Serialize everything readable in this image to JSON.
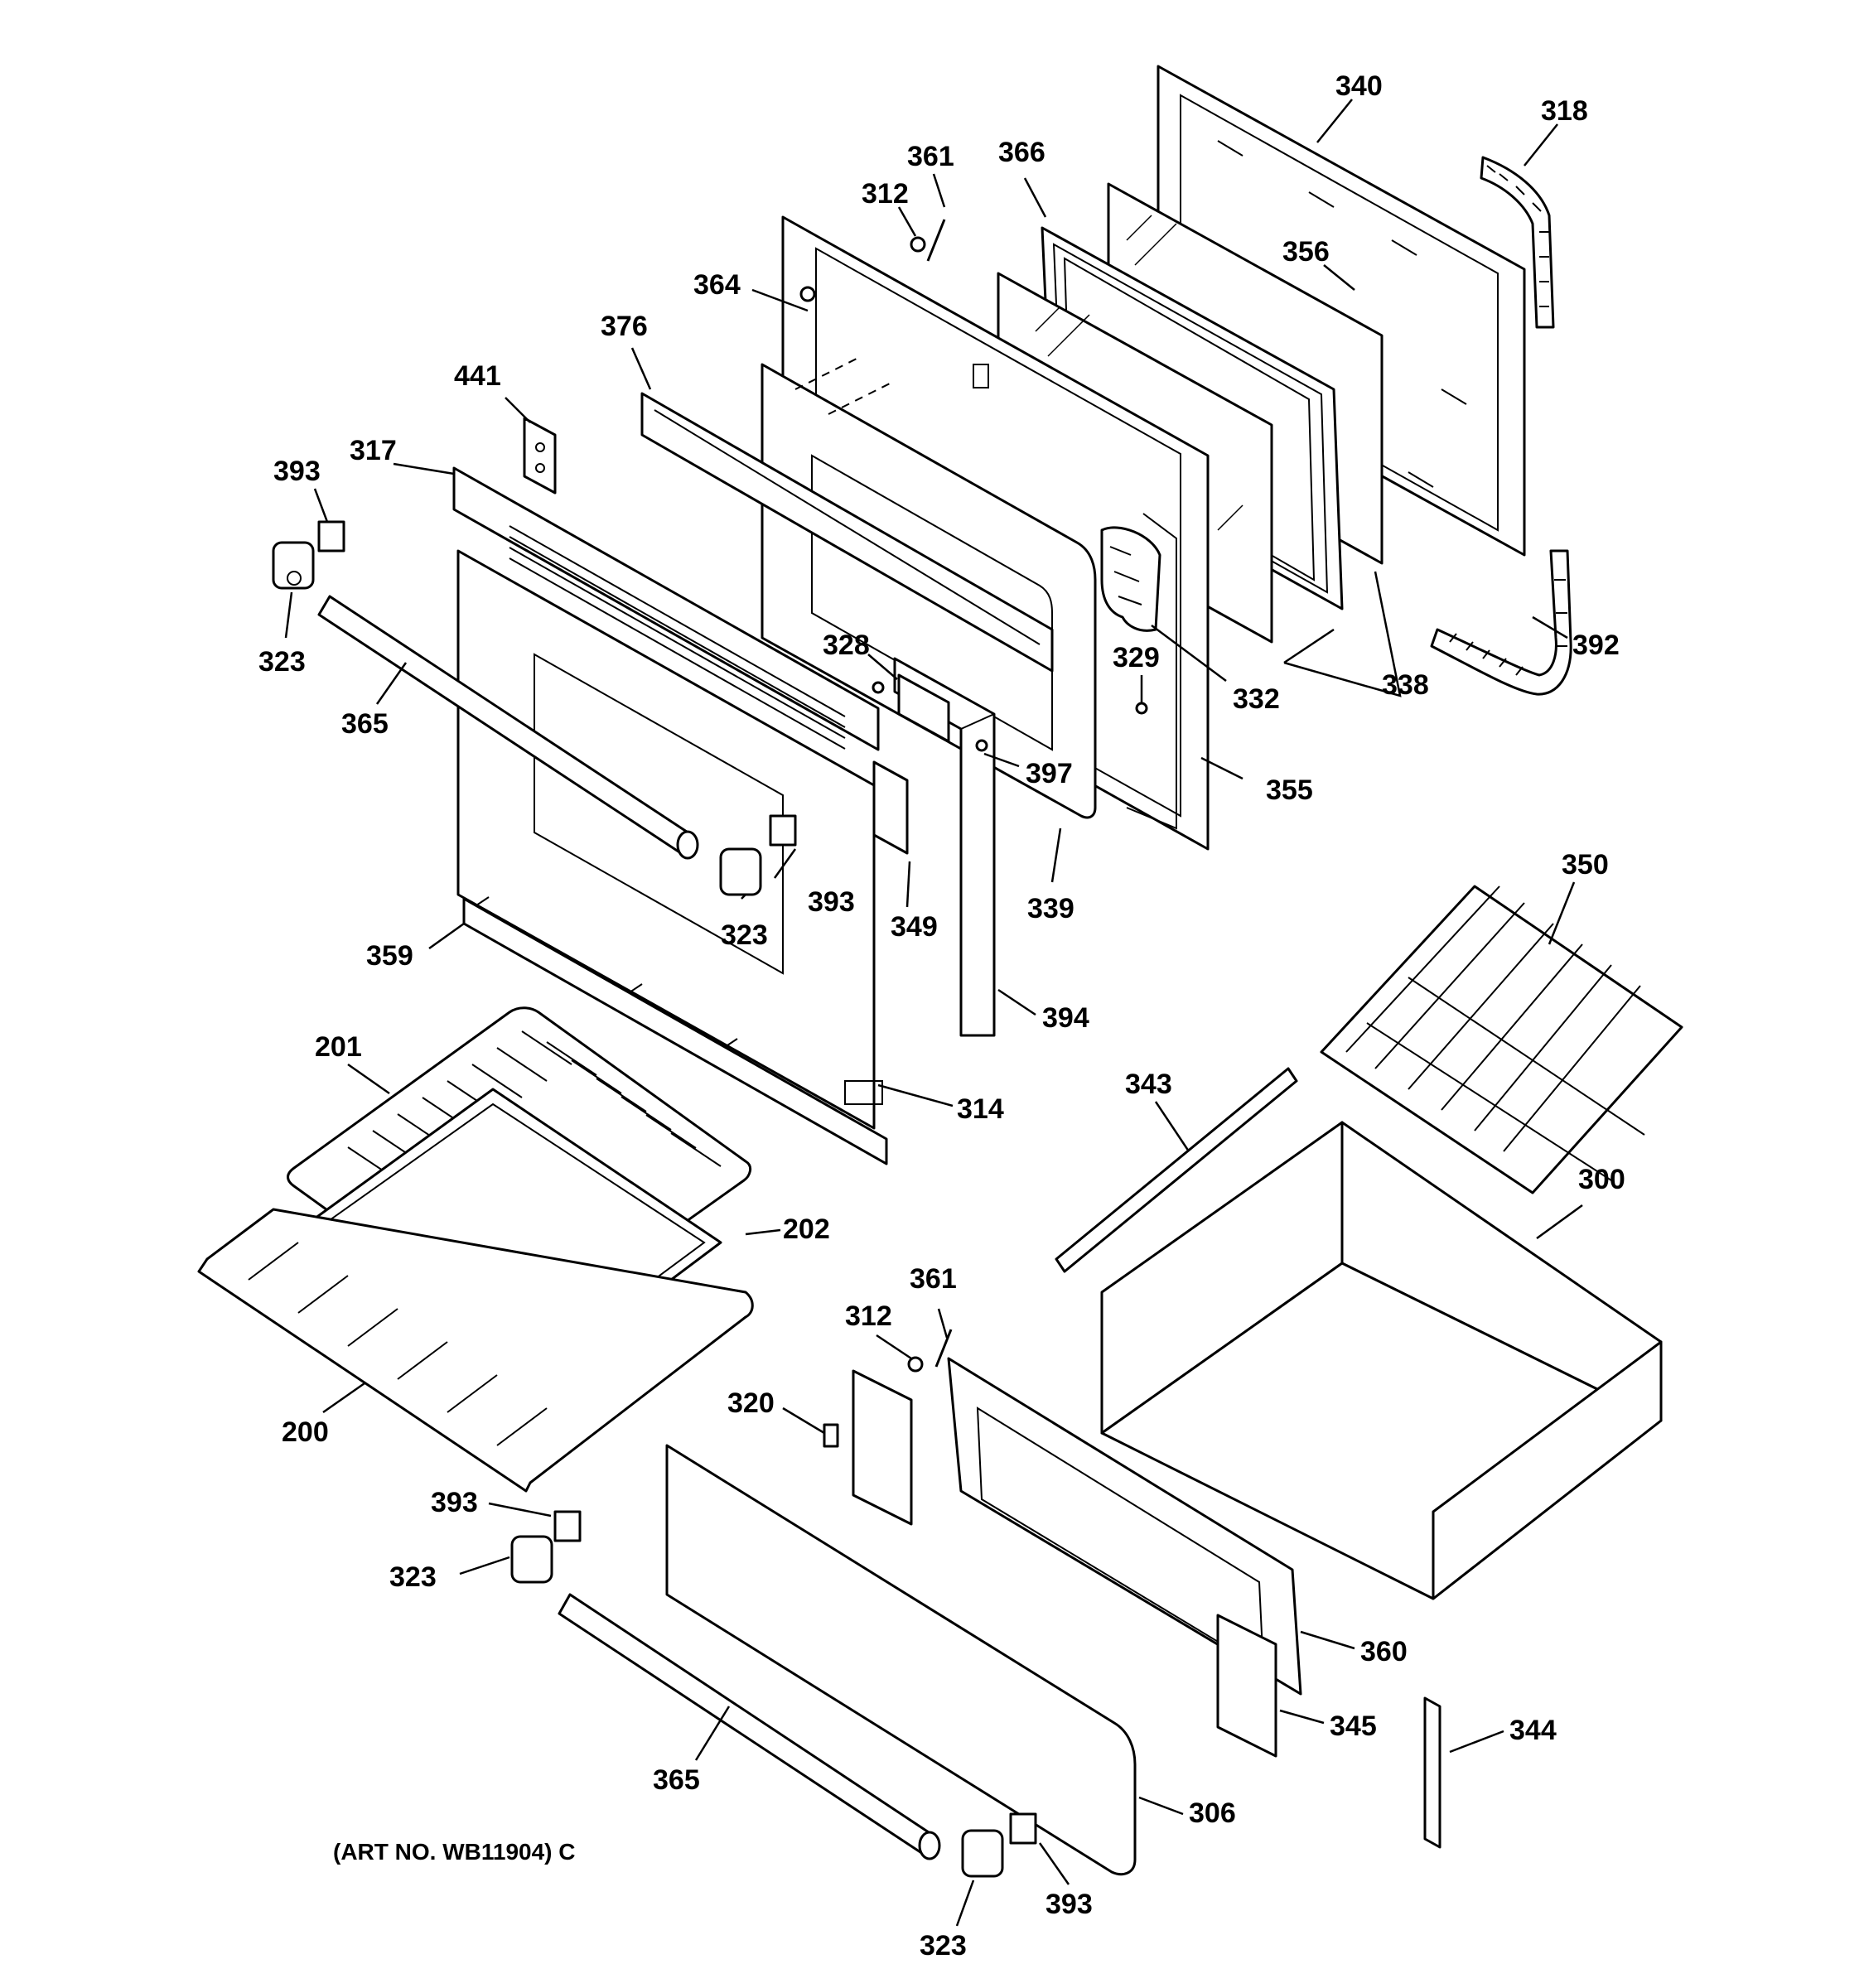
{
  "art_number": "(ART NO. WB11904) C",
  "callouts": [
    {
      "id": "c340",
      "label": "340"
    },
    {
      "id": "c318",
      "label": "318"
    },
    {
      "id": "c361a",
      "label": "361"
    },
    {
      "id": "c366",
      "label": "366"
    },
    {
      "id": "c312a",
      "label": "312"
    },
    {
      "id": "c356",
      "label": "356"
    },
    {
      "id": "c364",
      "label": "364"
    },
    {
      "id": "c376",
      "label": "376"
    },
    {
      "id": "c441",
      "label": "441"
    },
    {
      "id": "c317",
      "label": "317"
    },
    {
      "id": "c393a",
      "label": "393"
    },
    {
      "id": "c323a",
      "label": "323"
    },
    {
      "id": "c365a",
      "label": "365"
    },
    {
      "id": "c328",
      "label": "328"
    },
    {
      "id": "c329",
      "label": "329"
    },
    {
      "id": "c332",
      "label": "332"
    },
    {
      "id": "c338",
      "label": "338"
    },
    {
      "id": "c392",
      "label": "392"
    },
    {
      "id": "c397",
      "label": "397"
    },
    {
      "id": "c355",
      "label": "355"
    },
    {
      "id": "c393b",
      "label": "393"
    },
    {
      "id": "c323b",
      "label": "323"
    },
    {
      "id": "c349",
      "label": "349"
    },
    {
      "id": "c339",
      "label": "339"
    },
    {
      "id": "c359",
      "label": "359"
    },
    {
      "id": "c394",
      "label": "394"
    },
    {
      "id": "c350",
      "label": "350"
    },
    {
      "id": "c201",
      "label": "201"
    },
    {
      "id": "c314",
      "label": "314"
    },
    {
      "id": "c343",
      "label": "343"
    },
    {
      "id": "c300",
      "label": "300"
    },
    {
      "id": "c202",
      "label": "202"
    },
    {
      "id": "c361b",
      "label": "361"
    },
    {
      "id": "c312b",
      "label": "312"
    },
    {
      "id": "c320",
      "label": "320"
    },
    {
      "id": "c200",
      "label": "200"
    },
    {
      "id": "c393c",
      "label": "393"
    },
    {
      "id": "c323c",
      "label": "323"
    },
    {
      "id": "c360",
      "label": "360"
    },
    {
      "id": "c345",
      "label": "345"
    },
    {
      "id": "c344",
      "label": "344"
    },
    {
      "id": "c365b",
      "label": "365"
    },
    {
      "id": "c306",
      "label": "306"
    },
    {
      "id": "c393d",
      "label": "393"
    },
    {
      "id": "c323d",
      "label": "323"
    }
  ]
}
